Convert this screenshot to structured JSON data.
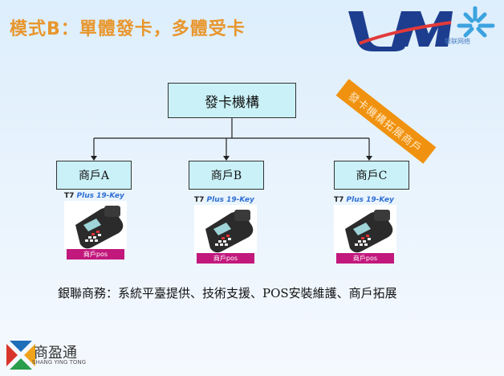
{
  "title": "模式B：單體發卡，多體受卡",
  "brand_logo": {
    "text": "银联网络"
  },
  "issuer": {
    "label": "發卡機構"
  },
  "badge": {
    "label": "發卡機構拓展商戶"
  },
  "merchants": [
    {
      "label": "商戶A",
      "model_prefix": "T7",
      "model_suffix": "Plus 19-Key",
      "pos_label": "商戶pos"
    },
    {
      "label": "商戶B",
      "model_prefix": "T7",
      "model_suffix": "Plus 19-Key",
      "pos_label": "商戶pos"
    },
    {
      "label": "商戶C",
      "model_prefix": "T7",
      "model_suffix": "Plus 19-Key",
      "pos_label": "商戶pos"
    }
  ],
  "summary": "銀聯商務：系統平臺提供、技術支援、POS安裝維護、商戶拓展",
  "footer": {
    "company_cn": "商盈通",
    "company_en": "SHANG YING TONG"
  },
  "colors": {
    "title": "#e8962c",
    "box_fill": "#c9f1f7",
    "badge": "#f0920f",
    "pos_label": "#c2187c"
  }
}
